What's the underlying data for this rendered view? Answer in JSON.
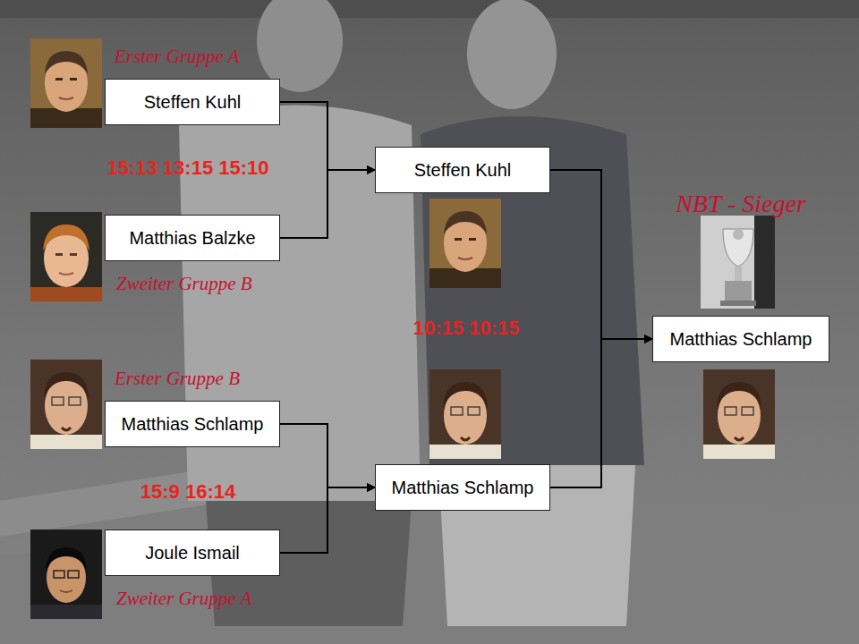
{
  "diagram": {
    "nodes": [
      {
        "text": [
          "Erster Gruppe A",
          "Steffen Kuhl"
        ]
      },
      {
        "text": [
          "Matthias Balzke",
          "Zweiter Gruppe B"
        ]
      },
      {
        "text": [
          "Erster Gruppe B",
          "Matthias Schlamp"
        ]
      },
      {
        "text": [
          "Joule Ismail",
          "Zweiter Gruppe A"
        ]
      },
      {
        "text": [
          "Steffen Kuhl"
        ]
      },
      {
        "text": [
          "Matthias Schlamp"
        ]
      },
      {
        "text": [
          "NBT - Sieger",
          "Matthias Schlamp"
        ]
      }
    ],
    "edges": [
      {
        "from": 0,
        "to": 4,
        "arrow": "to"
      },
      {
        "from": 1,
        "to": 4,
        "arrow": "to"
      },
      {
        "from": 2,
        "to": 5,
        "arrow": "to"
      },
      {
        "from": 3,
        "to": 5,
        "arrow": "to"
      },
      {
        "from": 4,
        "to": 6,
        "arrow": "to"
      },
      {
        "from": 5,
        "to": 6,
        "arrow": "to"
      }
    ],
    "labels": [
      "15:13 13:15 15:10",
      "10:15 10:15",
      "15:9 16:14"
    ]
  }
}
